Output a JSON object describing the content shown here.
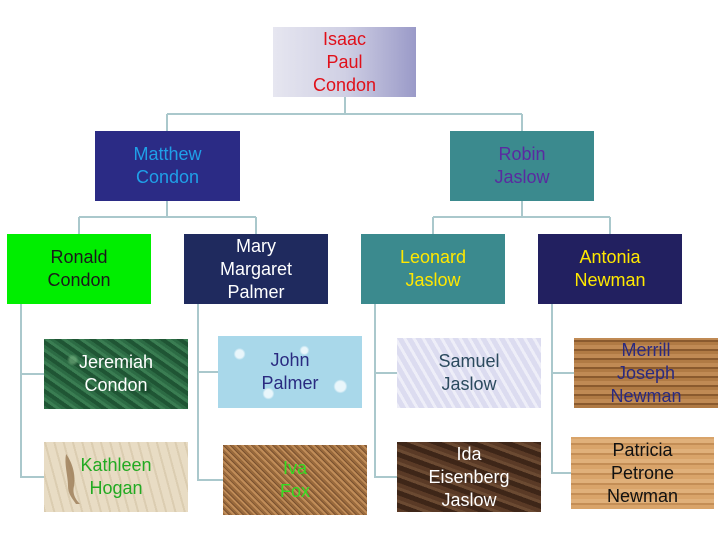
{
  "tree": {
    "root": {
      "lines": [
        "Isaac",
        "Paul",
        "Condon"
      ]
    },
    "matthew": {
      "lines": [
        "Matthew",
        "Condon"
      ]
    },
    "robin": {
      "lines": [
        "Robin",
        "Jaslow"
      ]
    },
    "ronald": {
      "lines": [
        "Ronald",
        "Condon"
      ]
    },
    "mary": {
      "lines": [
        "Mary",
        "Margaret",
        "Palmer"
      ]
    },
    "leonard": {
      "lines": [
        "Leonard",
        "Jaslow"
      ]
    },
    "antonia": {
      "lines": [
        "Antonia",
        "Newman"
      ]
    },
    "jeremiah": {
      "lines": [
        "Jeremiah",
        "Condon"
      ]
    },
    "kathleen": {
      "lines": [
        "Kathleen",
        "Hogan"
      ]
    },
    "john": {
      "lines": [
        "John",
        "Palmer"
      ]
    },
    "iva": {
      "lines": [
        "Iva",
        "Fox"
      ]
    },
    "samuel": {
      "lines": [
        "Samuel",
        "Jaslow"
      ]
    },
    "ida": {
      "lines": [
        "Ida",
        "Eisenberg",
        "Jaslow"
      ]
    },
    "merrill": {
      "lines": [
        "Merrill",
        "Joseph",
        "Newman"
      ]
    },
    "patricia": {
      "lines": [
        "Patricia",
        "Petrone",
        "Newman"
      ]
    }
  },
  "colors": {
    "connector": "#aac8cc"
  }
}
